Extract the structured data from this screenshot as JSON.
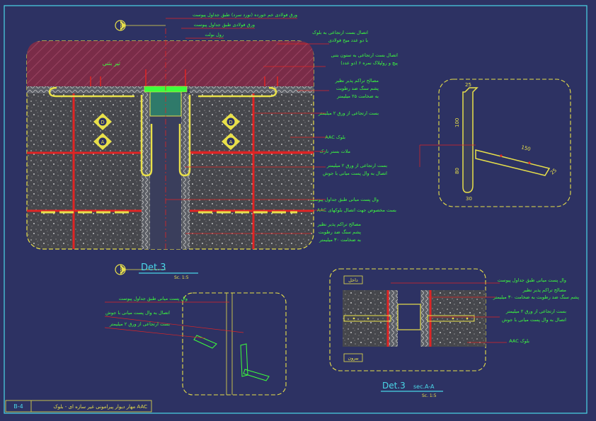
{
  "colors": {
    "background": "#2d3263",
    "frame": "#4ad7e8",
    "outline": "#e8e04a",
    "leader": "#e02424",
    "label": "#3cff3c",
    "steel": "#e02424",
    "concrete": "#8a3350",
    "aac": "#4a4a4e"
  },
  "grid": {
    "b_top": "B",
    "b_bottom": "B",
    "a1": "A",
    "a2": "A",
    "d1": "D",
    "d2": "D"
  },
  "main_callouts": [
    "ورق فولادی خم خورده (نورد سرد) طبق جداول پیوست",
    "ورق فولادی طبق جداول پیوست",
    "رول بولت",
    "اتصال بست ارتجاعی به بلوک",
    "با دو عدد میخ فولادی",
    "اتصال بست ارتجاعی به ستون بتنی",
    "پیچ و رولپلاک نمره ۶ (دو عدد)",
    "مصالح تراکم پذیر نظیر",
    "پشم سنگ ضد رطوبت",
    "به ضخامت ۲۵ میلیمتر",
    "بست ارتجاعی از ورق ۲ میلیمتر",
    "AAC بلوک",
    "ملات بستر نازک",
    "بست ارتجاعی از ورق ۲ میلیمتر",
    "اتصال به وال پست میانی با جوش",
    "وال پست میانی طبق جداول پیوست",
    "AAC بست مخصوص جهت اتصال بلوکهای",
    "مصالح تراکم پذیر نظیر",
    "پشم سنگ ضد رطوبت",
    "به ضخامت ۳۰ میلیمتر"
  ],
  "beam_label": "تیر بتنی",
  "bracket_dims": {
    "d25_top": "25",
    "d100": "100",
    "d80": "80",
    "d30": "30",
    "d150": "150",
    "d25_right": "25"
  },
  "det_title": "Det.3",
  "det_scale": "Sc. 1:5",
  "lower_left_callouts": [
    "وال پست میانی طبق جداول پیوست",
    "اتصال به وال پست میانی با جوش",
    "بست ارتجاعی از ورق ۲ میلیمتر"
  ],
  "section": {
    "inside_label": "داخل",
    "outside_label": "بیرون",
    "callouts": [
      "وال پست میانی طبق جداول پیوست",
      "مصالح تراکم پذیر نظیر",
      "پشم سنگ ضد رطوبت به ضخامت ۳۰ میلیمتر",
      "بست ارتجاعی از ورق ۲ میلیمتر",
      "اتصال به وال پست میانی با جوش",
      "AAC بلوک"
    ],
    "title": "Det.3",
    "title_suffix": "sec.A-A",
    "scale": "Sc. 1:5"
  },
  "sheet": {
    "code": "B-4",
    "title": "مهار دیوار پیرامونی غیر سازه ای - بلوک AAC"
  }
}
